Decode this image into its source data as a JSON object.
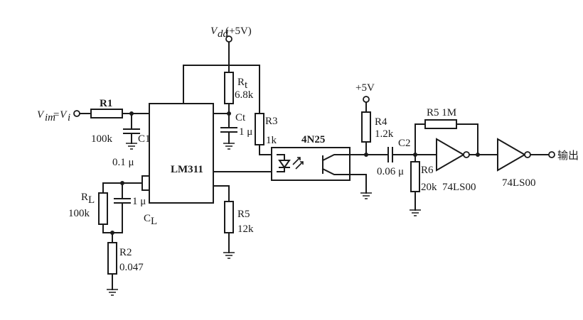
{
  "labels": {
    "vdd": "V",
    "vdd_sub": "dd",
    "vdd_val": "(+5V)",
    "vin": "V",
    "vin_sub": "im",
    "vin_eq": "=V",
    "vin_sub2": "i",
    "r1": "R1",
    "r1_val": "100k",
    "c1": "C1",
    "c1_val": "0.1 μ",
    "lm311": "LM311",
    "rt": "R",
    "rt_sub": "t",
    "rt_val": "6.8k",
    "ct": "Ct",
    "ct_val": "1 μ",
    "r3": "R3",
    "r3_val": "1k",
    "r5a": "R5",
    "r5a_val": "12k",
    "rl": "R",
    "rl_sub": "L",
    "rl_val": "100k",
    "cl": "C",
    "cl_sub": "L",
    "cl_val": "1 μ",
    "r2": "R2",
    "r2_val": "0.047",
    "opto": "4N25",
    "plus5v": "+5V",
    "r4": "R4",
    "r4_val": "1.2k",
    "c2": "C2",
    "c2_val": "0.06 μ",
    "r6": "R6",
    "r6_val": "20k",
    "r5b": "R5 1M",
    "gate1": "74LS00",
    "gate2": "74LS00",
    "output": "输出"
  }
}
